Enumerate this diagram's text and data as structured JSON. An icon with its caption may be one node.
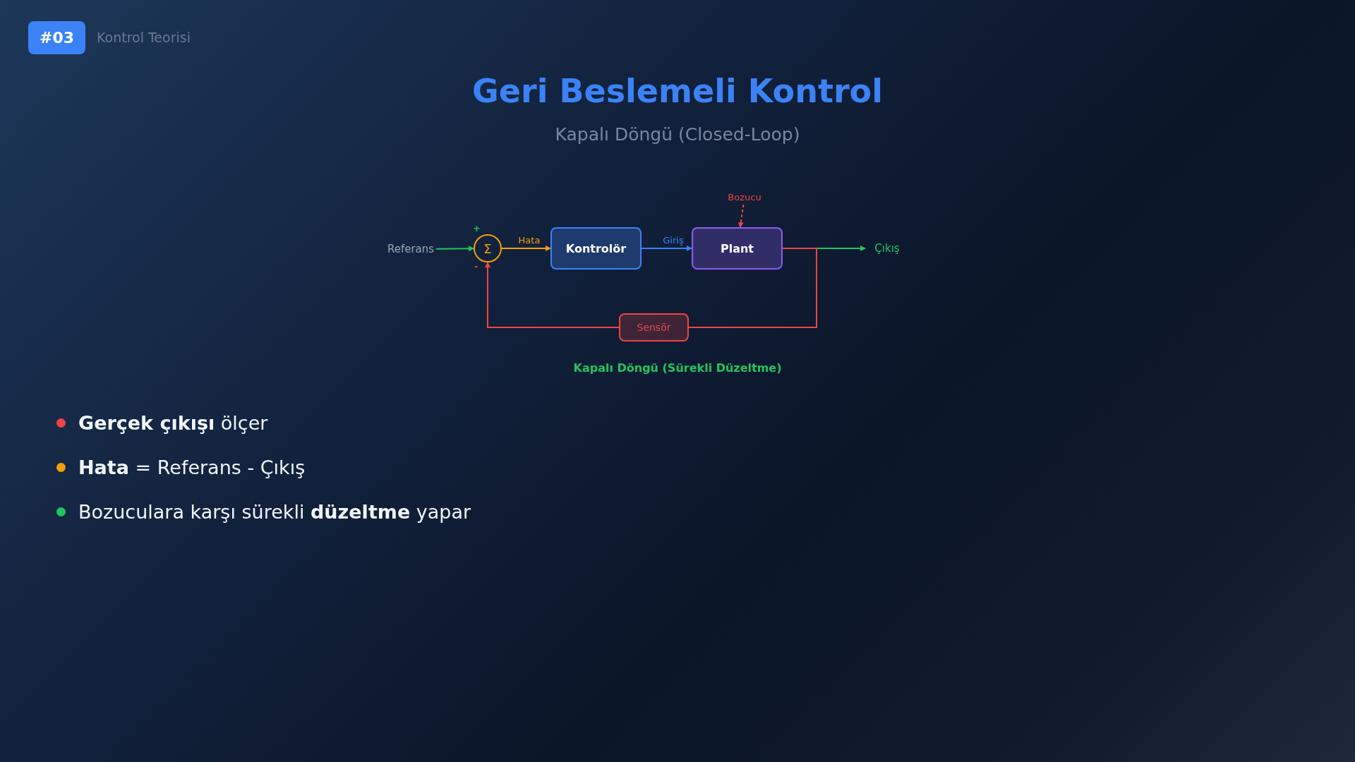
{
  "diagram": {
    "title": "Geri Beslemeli Kontrol",
    "caption": "Kapalı Döngü (Sürekli Düzeltme)",
    "nodes": [
      {
        "text": [
          "Referans"
        ]
      },
      {
        "text": [
          "Σ"
        ]
      },
      {
        "text": [
          "Kontrolör"
        ]
      },
      {
        "text": [
          "Plant"
        ]
      },
      {
        "text": [
          "Çıkış"
        ]
      },
      {
        "text": [
          "Bozucu"
        ]
      },
      {
        "text": [
          "Sensör"
        ]
      }
    ],
    "edges": [
      {
        "from": 0,
        "to": 1,
        "arrow": "to",
        "color": "#22c55e"
      },
      {
        "from": 1,
        "to": 2,
        "arrow": "to",
        "label": "Hata",
        "color": "#f59e0b"
      },
      {
        "from": 2,
        "to": 3,
        "arrow": "to",
        "label": "Giriş",
        "color": "#3b82f6"
      },
      {
        "from": 3,
        "to": 4,
        "arrow": "to",
        "color": "#22c55e"
      },
      {
        "from": 5,
        "to": 3,
        "arrow": "to",
        "style": "dashed",
        "color": "#ef4444"
      },
      {
        "from": 3,
        "to": 6,
        "arrow": "none",
        "color": "#ef4444"
      },
      {
        "from": 6,
        "to": 1,
        "arrow": "to",
        "color": "#ef4444"
      }
    ],
    "labels": [
      "#03",
      "Kontrol Teorisi",
      "Kapalı Döngü (Closed-Loop)",
      "+",
      "-",
      "**Gerçek çıkışı** ölçer",
      "**Hata** = Referans - Çıkış",
      "Bozuculara karşı sürekli **düzeltme** yapar"
    ]
  }
}
